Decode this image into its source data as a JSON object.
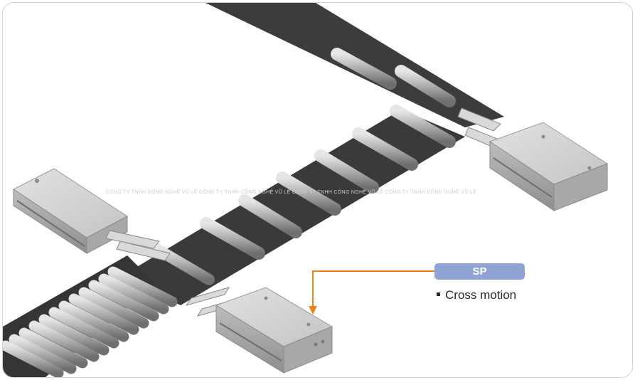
{
  "image": {
    "description_label": "Conveyor belt with steel rollers and pneumatic grippers",
    "watermark": "CÔNG TY TNHH CÔNG NGHỆ VŨ LÊ CÔNG TY TNHH CÔNG NGHỆ VŨ LÊ CÔNG TY TNHH CÔNG NGHỆ VŨ LÊ CÔNG TY TNHH CÔNG NGHỆ VŨ LÊ"
  },
  "callout": {
    "badge": "SP",
    "caption": "Cross motion",
    "badge_color": "#8fa3d4",
    "arrow_color": "#e8841a"
  },
  "colors": {
    "belt": "#3a3a3a",
    "roller": "#b5b5b5",
    "gripper": "#cfcfcf"
  }
}
